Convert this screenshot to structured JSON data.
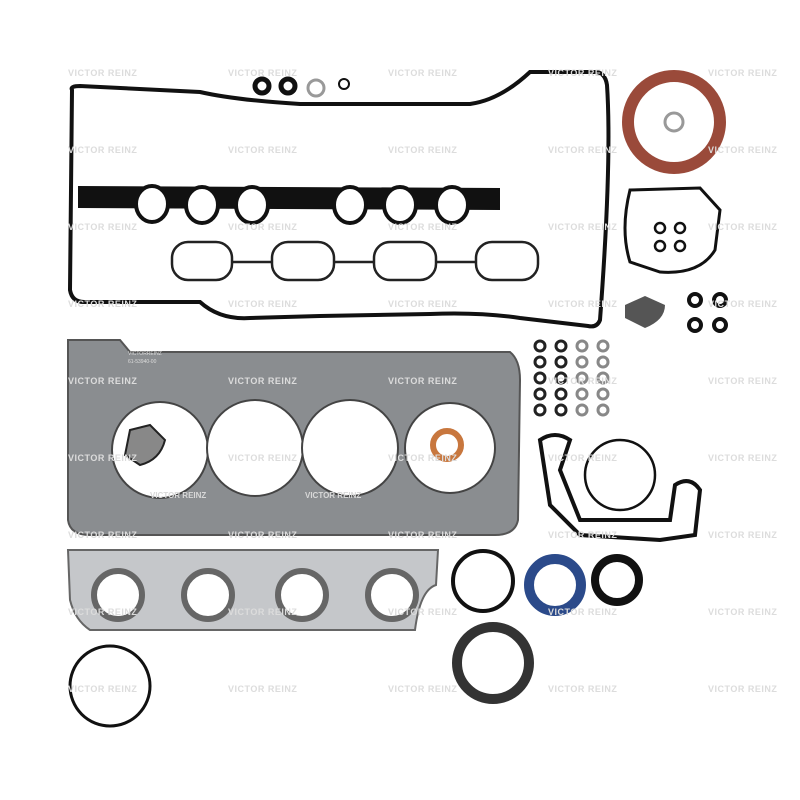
{
  "watermark": "VICTOR REINZ",
  "gasket_print": {
    "brand": "VICTOR REINZ",
    "stamp_brand": "VICTORREINZ",
    "stamp_number": "61-53940-00"
  },
  "colors": {
    "rubber": "#111111",
    "steel": "#8a8d90",
    "copper": "#c8773e",
    "seal_red": "#9a4a3a",
    "seal_blue": "#2b4a8a"
  }
}
